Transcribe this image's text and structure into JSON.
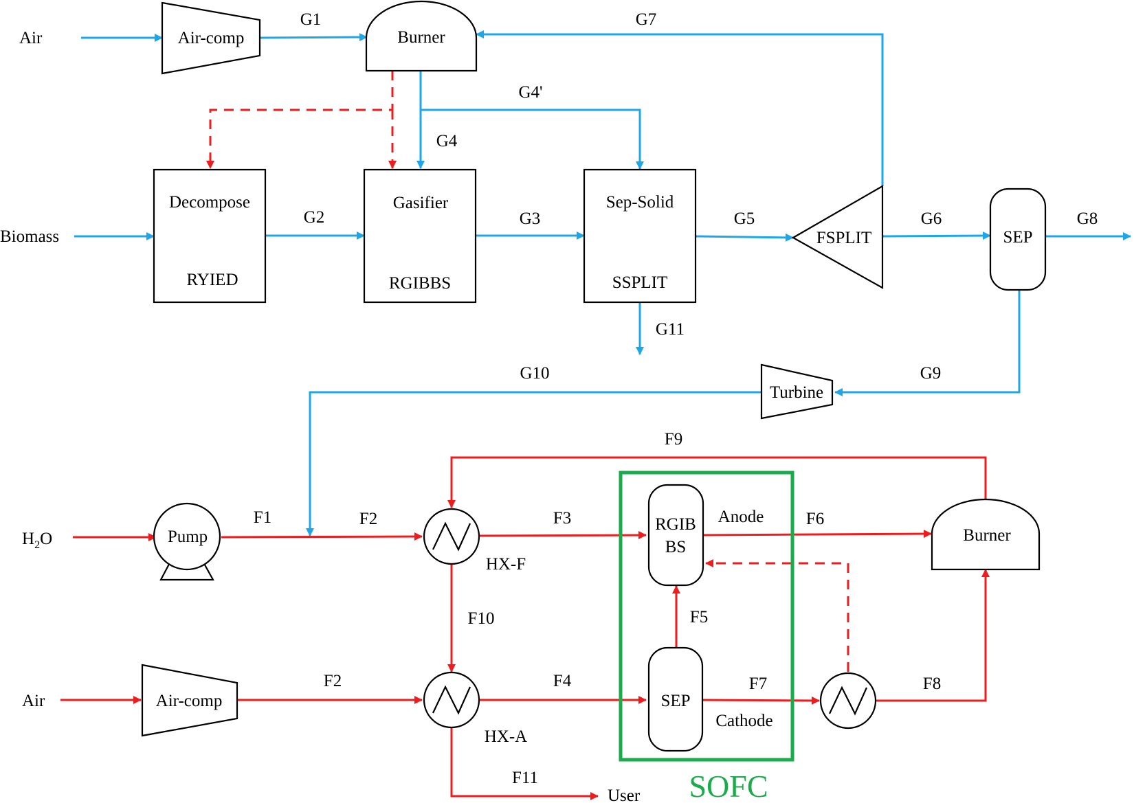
{
  "colors": {
    "gas_stream": "#1ea7e8",
    "fuel_stream": "#ee1c1c",
    "sofc_frame": "#1aab4a",
    "outline": "#000000"
  },
  "inputs": {
    "air_top": "Air",
    "biomass": "Biomass",
    "h2o_main": "H",
    "h2o_sub": "2",
    "h2o_tail": "O",
    "air_bottom": "Air"
  },
  "units": {
    "air_comp_top": "Air-comp",
    "burner_top": "Burner",
    "decompose_name": "Decompose",
    "decompose_model": "RYIED",
    "gasifier_name": "Gasifier",
    "gasifier_model": "RGIBBS",
    "sep_solid_name": "Sep-Solid",
    "sep_solid_model": "SSPLIT",
    "fsplit": "FSPLIT",
    "sep_top": "SEP",
    "turbine": "Turbine",
    "pump": "Pump",
    "hx_f": "HX-F",
    "hx_a": "HX-A",
    "air_comp_bottom": "Air-comp",
    "rgibbs_line1": "RGIB",
    "rgibbs_line2": "BS",
    "anode": "Anode",
    "sep_bottom": "SEP",
    "cathode": "Cathode",
    "burner_bottom": "Burner",
    "sofc": "SOFC",
    "user": "User"
  },
  "streams": {
    "g1": "G1",
    "g2": "G2",
    "g3": "G3",
    "g4": "G4",
    "g4p": "G4'",
    "g5": "G5",
    "g6": "G6",
    "g7": "G7",
    "g8": "G8",
    "g9": "G9",
    "g10": "G10",
    "g11": "G11",
    "f1": "F1",
    "f2_top": "F2",
    "f2_bottom": "F2",
    "f3": "F3",
    "f4": "F4",
    "f5": "F5",
    "f6": "F6",
    "f7": "F7",
    "f8": "F8",
    "f9": "F9",
    "f10": "F10",
    "f11": "F11"
  }
}
